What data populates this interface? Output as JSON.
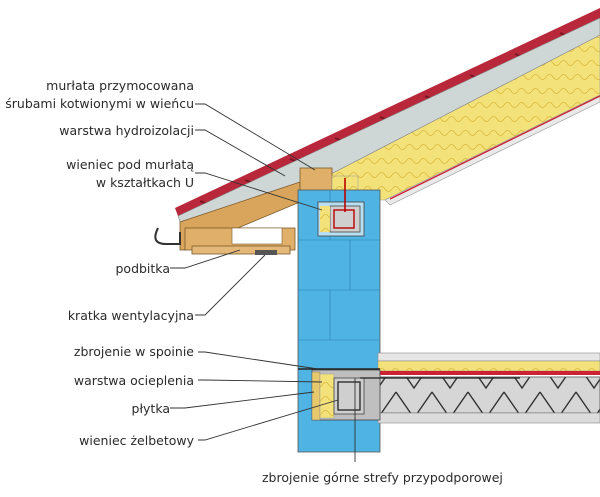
{
  "labels": {
    "murlata_line1": "murłata przymocowana",
    "murlata_line2": "śrubami kotwionymi w wieńcu",
    "hydroizolacja": "warstwa hydroizolacji",
    "wieniec_pod_line1": "wieniec pod murłatą",
    "wieniec_pod_line2": "w kształtkach U",
    "podbitka": "podbitka",
    "kratka": "kratka wentylacyjna",
    "zbrojenie_spoina": "zbrojenie w spoinie",
    "ocieplenie": "warstwa ocieplenia",
    "plytka": "płytka",
    "wieniec_zelbetowy": "wieniec żelbetowy",
    "zbrojenie_gorne": "zbrojenie górne strefy przypodporowej"
  },
  "colors": {
    "wall": "#4fb3e3",
    "insulation": "#f3e27a",
    "wood": "#d9a55c",
    "tile": "#b8283a",
    "leader": "#333333",
    "concrete": "#c8c8c8"
  }
}
